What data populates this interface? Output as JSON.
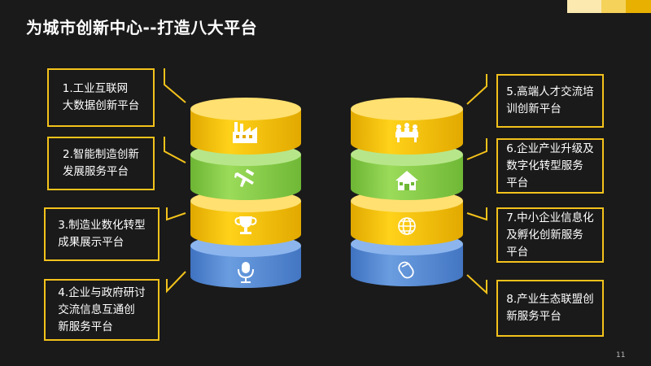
{
  "title": "为城市创新中心--打造八大平台",
  "page_number": "11",
  "colors": {
    "yellow": "#f5c400",
    "green": "#8fd14f",
    "blue": "#5b8fd6",
    "border": "#f3c21b"
  },
  "left_platforms": [
    {
      "label": "1.工业互联网\n大数据创新平台",
      "icon": "factory-icon"
    },
    {
      "label": "2.智能制造创新\n发展服务平台",
      "icon": "airplane-icon"
    },
    {
      "label": "3.制造业数化转型\n成果展示平台",
      "icon": "trophy-icon"
    },
    {
      "label": "4.企业与政府研讨\n交流信息互通创\n新服务平台",
      "icon": "microphone-icon"
    }
  ],
  "right_platforms": [
    {
      "label": "5.高端人才交流培\n训创新平台",
      "icon": "meeting-icon"
    },
    {
      "label": "6.企业产业升级及\n数字化转型服务\n平台",
      "icon": "house-icon"
    },
    {
      "label": "7.中小企业信息化\n及孵化创新服务\n平台",
      "icon": "globe-icon"
    },
    {
      "label": "8.产业生态联盟创\n新服务平台",
      "icon": "mouse-icon"
    }
  ]
}
